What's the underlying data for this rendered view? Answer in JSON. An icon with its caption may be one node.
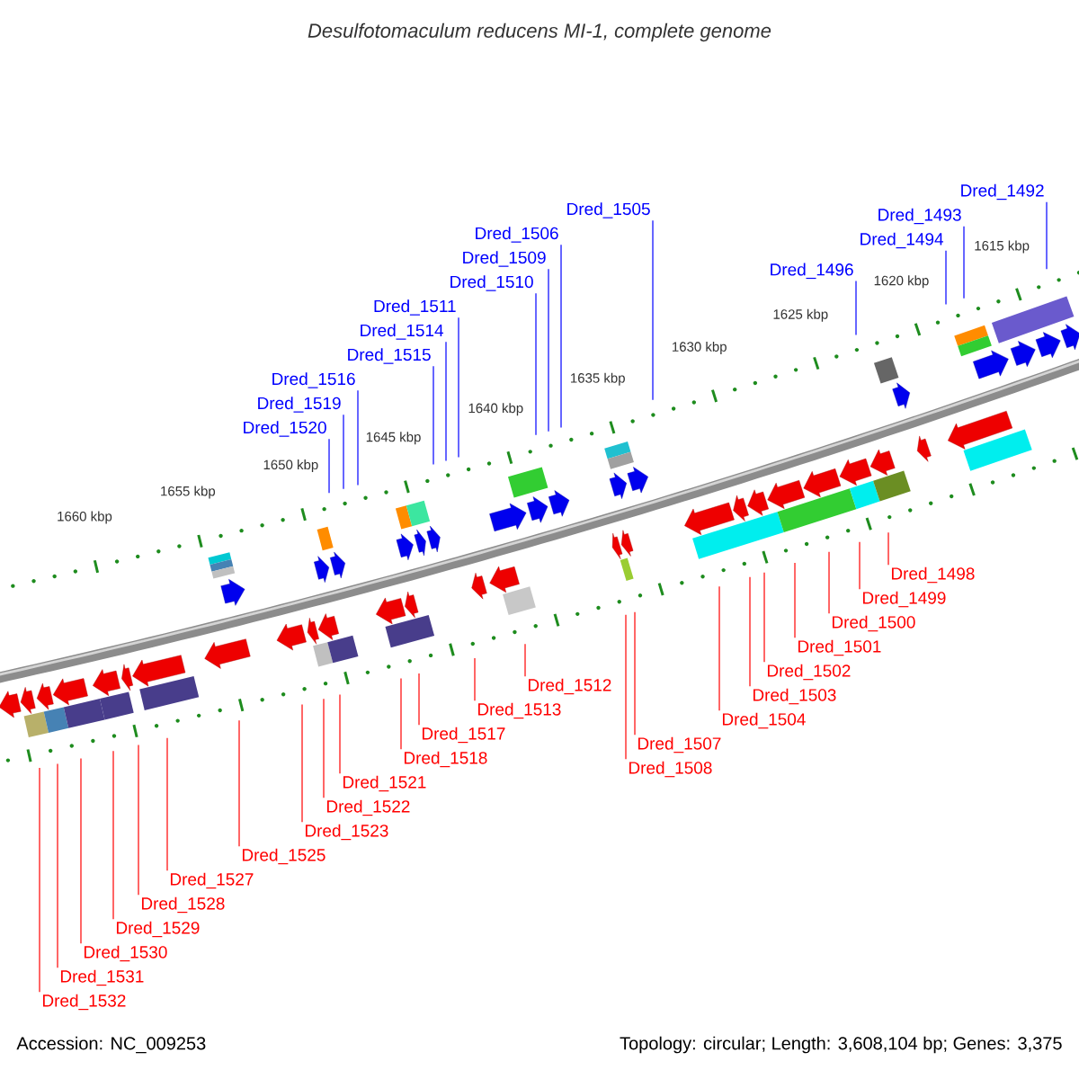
{
  "diagram": {
    "title": "Desulfotomaculum reducens MI-1, complete genome",
    "nodes": [
      {
        "text": [
          "Dred_1492"
        ]
      },
      {
        "text": [
          "Dred_1493"
        ]
      },
      {
        "text": [
          "Dred_1494"
        ]
      },
      {
        "text": [
          "Dred_1496"
        ]
      },
      {
        "text": [
          "Dred_1505"
        ]
      },
      {
        "text": [
          "Dred_1506"
        ]
      },
      {
        "text": [
          "Dred_1509"
        ]
      },
      {
        "text": [
          "Dred_1510"
        ]
      },
      {
        "text": [
          "Dred_1511"
        ]
      },
      {
        "text": [
          "Dred_1514"
        ]
      },
      {
        "text": [
          "Dred_1515"
        ]
      },
      {
        "text": [
          "Dred_1516"
        ]
      },
      {
        "text": [
          "Dred_1519"
        ]
      },
      {
        "text": [
          "Dred_1520"
        ]
      },
      {
        "text": [
          "Dred_1498"
        ]
      },
      {
        "text": [
          "Dred_1499"
        ]
      },
      {
        "text": [
          "Dred_1500"
        ]
      },
      {
        "text": [
          "Dred_1501"
        ]
      },
      {
        "text": [
          "Dred_1502"
        ]
      },
      {
        "text": [
          "Dred_1503"
        ]
      },
      {
        "text": [
          "Dred_1504"
        ]
      },
      {
        "text": [
          "Dred_1507"
        ]
      },
      {
        "text": [
          "Dred_1508"
        ]
      },
      {
        "text": [
          "Dred_1512"
        ]
      },
      {
        "text": [
          "Dred_1513"
        ]
      },
      {
        "text": [
          "Dred_1517"
        ]
      },
      {
        "text": [
          "Dred_1518"
        ]
      },
      {
        "text": [
          "Dred_1521"
        ]
      },
      {
        "text": [
          "Dred_1522"
        ]
      },
      {
        "text": [
          "Dred_1523"
        ]
      },
      {
        "text": [
          "Dred_1525"
        ]
      },
      {
        "text": [
          "Dred_1527"
        ]
      },
      {
        "text": [
          "Dred_1528"
        ]
      },
      {
        "text": [
          "Dred_1529"
        ]
      },
      {
        "text": [
          "Dred_1530"
        ]
      },
      {
        "text": [
          "Dred_1531"
        ]
      },
      {
        "text": [
          "Dred_1532"
        ]
      }
    ],
    "edges": [
      {
        "from": 0,
        "to": null,
        "arrow": "none",
        "color": "#0000ff"
      },
      {
        "from": 1,
        "to": null,
        "arrow": "none",
        "color": "#0000ff"
      },
      {
        "from": 2,
        "to": null,
        "arrow": "none",
        "color": "#0000ff"
      },
      {
        "from": 3,
        "to": null,
        "arrow": "none",
        "color": "#0000ff"
      },
      {
        "from": 4,
        "to": null,
        "arrow": "none",
        "color": "#0000ff"
      },
      {
        "from": 5,
        "to": null,
        "arrow": "none",
        "color": "#0000ff"
      },
      {
        "from": 6,
        "to": null,
        "arrow": "none",
        "color": "#0000ff"
      },
      {
        "from": 7,
        "to": null,
        "arrow": "none",
        "color": "#0000ff"
      },
      {
        "from": 8,
        "to": null,
        "arrow": "none",
        "color": "#0000ff"
      },
      {
        "from": 9,
        "to": null,
        "arrow": "none",
        "color": "#0000ff"
      },
      {
        "from": 10,
        "to": null,
        "arrow": "none",
        "color": "#0000ff"
      },
      {
        "from": 11,
        "to": null,
        "arrow": "none",
        "color": "#0000ff"
      },
      {
        "from": 12,
        "to": null,
        "arrow": "none",
        "color": "#0000ff"
      },
      {
        "from": 13,
        "to": null,
        "arrow": "none",
        "color": "#0000ff"
      },
      {
        "from": 14,
        "to": null,
        "arrow": "none"
      },
      {
        "from": 15,
        "to": null,
        "arrow": "none"
      },
      {
        "from": 16,
        "to": null,
        "arrow": "none"
      },
      {
        "from": 17,
        "to": null,
        "arrow": "none"
      },
      {
        "from": 18,
        "to": null,
        "arrow": "none"
      },
      {
        "from": 19,
        "to": null,
        "arrow": "none"
      },
      {
        "from": 20,
        "to": null,
        "arrow": "none"
      },
      {
        "from": 21,
        "to": null,
        "arrow": "none"
      },
      {
        "from": 22,
        "to": null,
        "arrow": "none"
      },
      {
        "from": 23,
        "to": null,
        "arrow": "none"
      },
      {
        "from": 24,
        "to": null,
        "arrow": "none"
      },
      {
        "from": 25,
        "to": null,
        "arrow": "none"
      },
      {
        "from": 26,
        "to": null,
        "arrow": "none"
      },
      {
        "from": 27,
        "to": null,
        "arrow": "none"
      },
      {
        "from": 28,
        "to": null,
        "arrow": "none"
      },
      {
        "from": 29,
        "to": null,
        "arrow": "none"
      },
      {
        "from": 30,
        "to": null,
        "arrow": "none"
      },
      {
        "from": 31,
        "to": null,
        "arrow": "none"
      },
      {
        "from": 32,
        "to": null,
        "arrow": "none"
      },
      {
        "from": 33,
        "to": null,
        "arrow": "none"
      },
      {
        "from": 34,
        "to": null,
        "arrow": "none"
      },
      {
        "from": 35,
        "to": null,
        "arrow": "none"
      },
      {
        "from": 36,
        "to": null,
        "arrow": "none"
      }
    ],
    "labels": [
      "1615 kbp",
      "1620 kbp",
      "1625 kbp",
      "1630 kbp",
      "1635 kbp",
      "1640 kbp",
      "1645 kbp",
      "1650 kbp",
      "1655 kbp",
      "1660 kbp",
      "Accession: NC_009253",
      "Topology: circular; Length: 3,608,104 bp; Genes: 3,375"
    ]
  }
}
